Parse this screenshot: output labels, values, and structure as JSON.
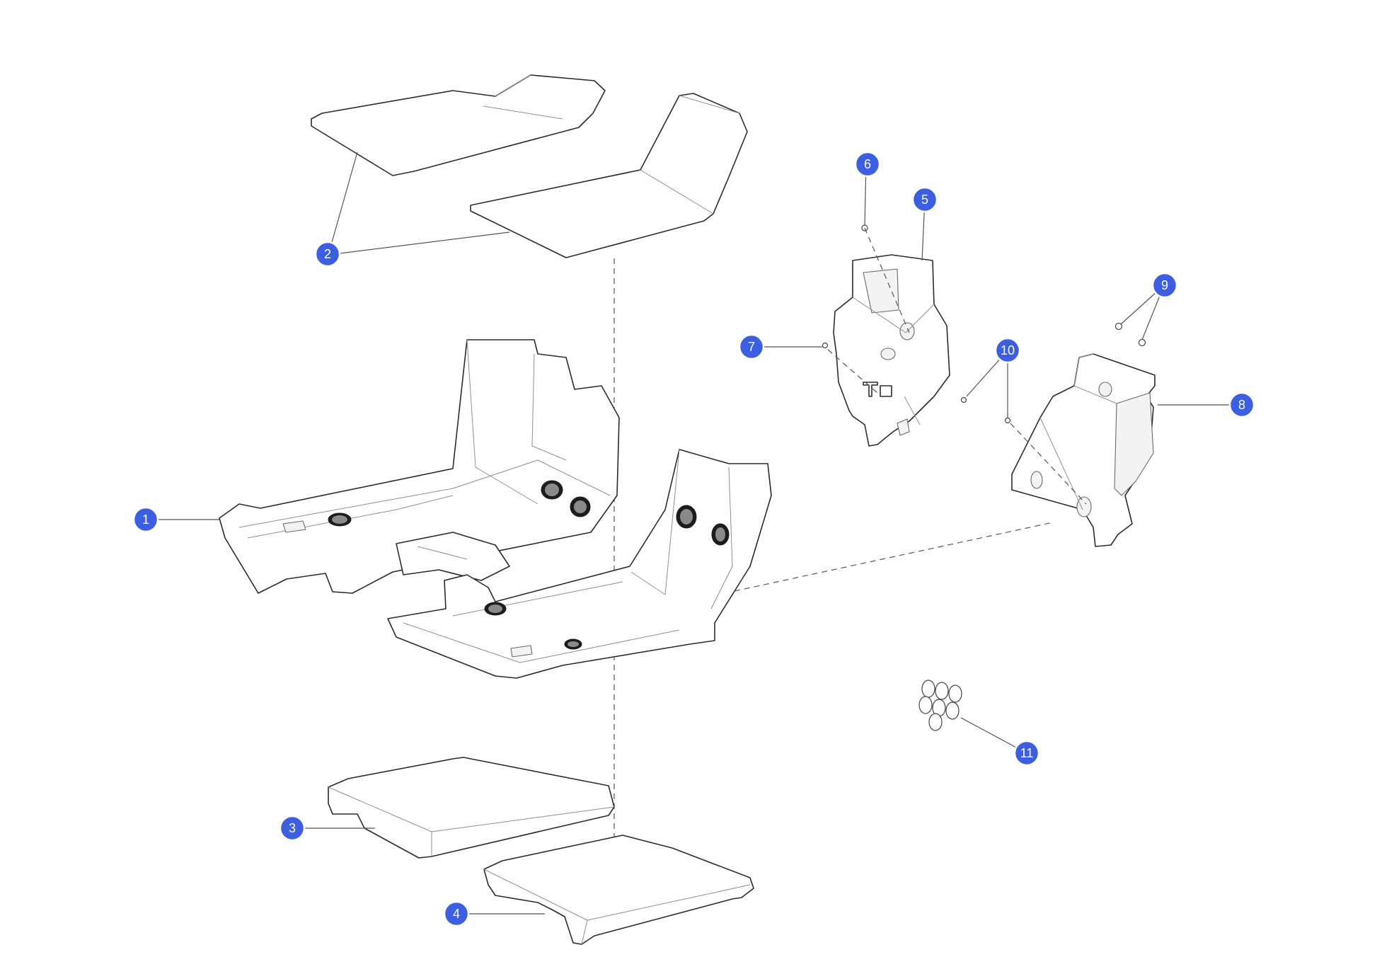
{
  "callouts": [
    {
      "number": "1"
    },
    {
      "number": "2"
    },
    {
      "number": "3"
    },
    {
      "number": "4"
    },
    {
      "number": "5"
    },
    {
      "number": "6"
    },
    {
      "number": "7"
    },
    {
      "number": "8"
    },
    {
      "number": "9"
    },
    {
      "number": "10"
    },
    {
      "number": "11"
    }
  ],
  "colors": {
    "callout_fill": "#3b5fe0",
    "callout_text": "#ffffff",
    "line": "#2b2b2b"
  }
}
